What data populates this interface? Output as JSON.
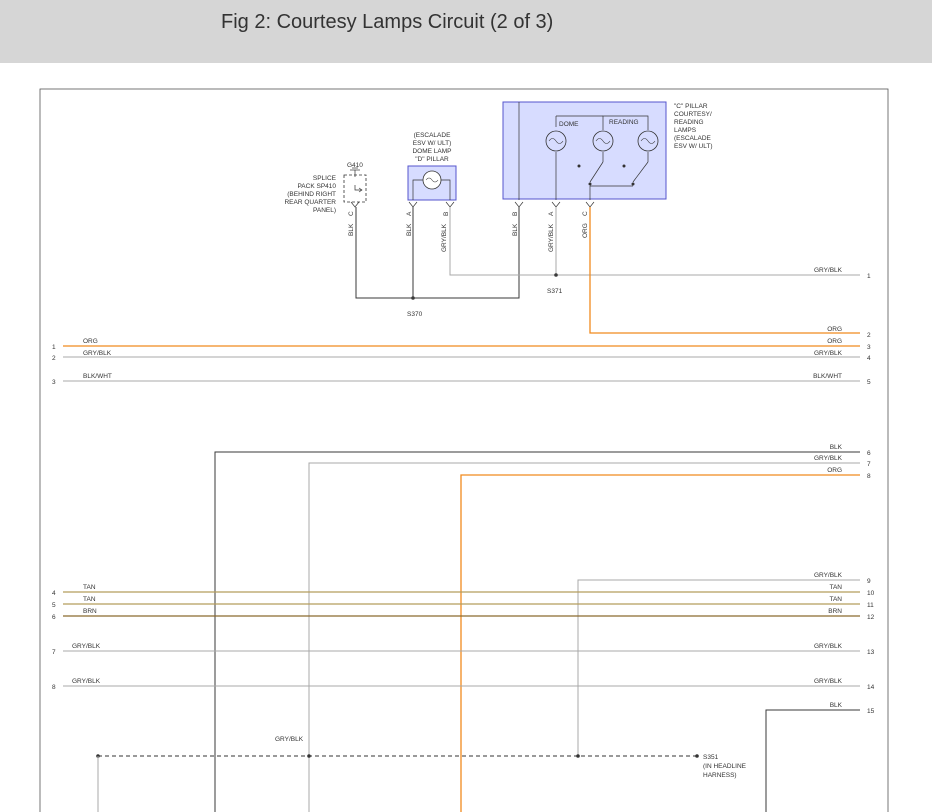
{
  "title": "Fig 2: Courtesy Lamps Circuit (2 of 3)",
  "colors": {
    "org": "#f08a1e",
    "gray": "#a8a8a8",
    "black": "#3a3a3a",
    "tan": "#b59d5c",
    "brn": "#8b6a2e",
    "component_fill": "#d7dcff",
    "component_stroke": "#5555cc"
  },
  "splice_pack": {
    "ground": "G410",
    "label_lines": [
      "SPLICE",
      "PACK SP410",
      "(BEHIND RIGHT",
      "REAR QUARTER",
      "PANEL)"
    ],
    "pin": "C",
    "wire": "BLK"
  },
  "dome_lamp": {
    "label_lines": [
      "(ESCALADE",
      "ESV W/ ULT)",
      "DOME LAMP",
      "\"D\" PILLAR"
    ],
    "pin_a": "A",
    "pin_b": "B",
    "wire_a": "BLK",
    "wire_b": "GRY/BLK"
  },
  "c_pillar": {
    "label_lines": [
      "\"C\" PILLAR",
      "COURTESY/",
      "READING",
      "LAMPS",
      "(ESCALADE",
      "ESV W/ ULT)"
    ],
    "dome_label": "DOME",
    "reading_label": "READING",
    "pin_b": "B",
    "pin_a": "A",
    "pin_c": "C",
    "wire_b": "BLK",
    "wire_a": "GRY/BLK",
    "wire_c": "ORG"
  },
  "splices": {
    "s370": "S370",
    "s371": "S371",
    "s351_lines": [
      "S351",
      "(IN HEADLINE",
      "HARNESS)"
    ]
  },
  "left_wires": [
    {
      "num": "1",
      "label": "ORG"
    },
    {
      "num": "2",
      "label": "GRY/BLK"
    },
    {
      "num": "3",
      "label": "BLK/WHT"
    },
    {
      "num": "4",
      "label": "TAN"
    },
    {
      "num": "5",
      "label": "TAN"
    },
    {
      "num": "6",
      "label": "BRN"
    },
    {
      "num": "7",
      "label": "GRY/BLK"
    },
    {
      "num": "8",
      "label": "GRY/BLK"
    }
  ],
  "right_wires": [
    {
      "num": "1",
      "label": "GRY/BLK"
    },
    {
      "num": "2",
      "label": "ORG"
    },
    {
      "num": "3",
      "label": "ORG"
    },
    {
      "num": "4",
      "label": "GRY/BLK"
    },
    {
      "num": "5",
      "label": "BLK/WHT"
    },
    {
      "num": "6",
      "label": "BLK"
    },
    {
      "num": "7",
      "label": "GRY/BLK"
    },
    {
      "num": "8",
      "label": "ORG"
    },
    {
      "num": "9",
      "label": "GRY/BLK"
    },
    {
      "num": "10",
      "label": "TAN"
    },
    {
      "num": "11",
      "label": "TAN"
    },
    {
      "num": "12",
      "label": "BRN"
    },
    {
      "num": "13",
      "label": "GRY/BLK"
    },
    {
      "num": "14",
      "label": "GRY/BLK"
    },
    {
      "num": "15",
      "label": "BLK"
    }
  ],
  "drop_label": "GRY/BLK"
}
